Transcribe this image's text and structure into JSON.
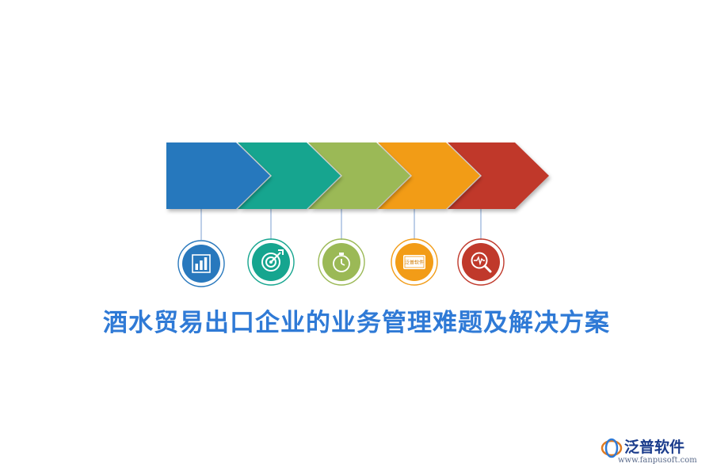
{
  "title": "酒水贸易出口企业的业务管理难题及解决方案",
  "steps": [
    {
      "color": "#2878bd",
      "icon": "bar-chart-icon"
    },
    {
      "color": "#16a58f",
      "icon": "target-icon"
    },
    {
      "color": "#9bb956",
      "icon": "stopwatch-icon"
    },
    {
      "color": "#f29c17",
      "icon": "software-card-icon"
    },
    {
      "color": "#c0392b",
      "icon": "magnifier-pulse-icon"
    }
  ],
  "card_text": "泛普软件",
  "brand": {
    "name": "泛普软件",
    "url": "www.fanpusoft.com"
  }
}
